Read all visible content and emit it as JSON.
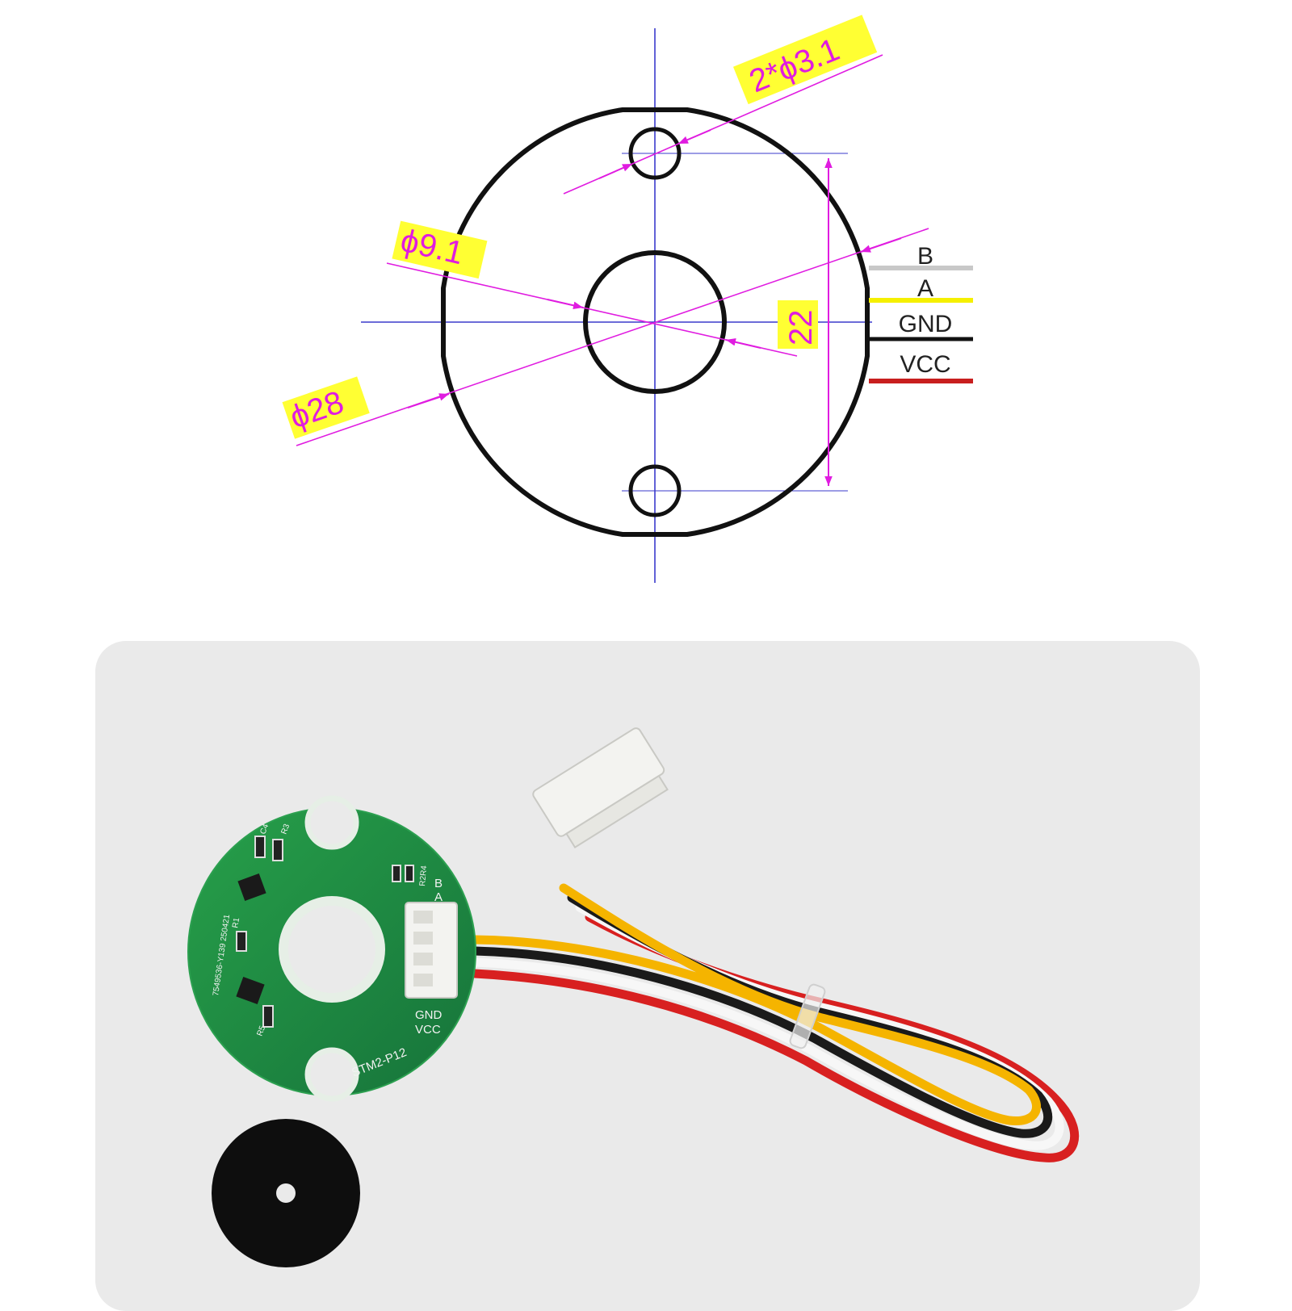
{
  "drawing": {
    "hole_label": "2*ϕ3.1",
    "inner_label": "ϕ9.1",
    "outer_label": "ϕ28",
    "spacing_label": "22",
    "wires": [
      {
        "label": "B",
        "color": "#c8c8c8"
      },
      {
        "label": "A",
        "color": "#f5f000"
      },
      {
        "label": "GND",
        "color": "#111111"
      },
      {
        "label": "VCC",
        "color": "#c81e1e"
      }
    ]
  },
  "photo": {
    "pcb_color": "#1f8a3e",
    "board_text": {
      "model": "STM2-P12",
      "pin_b": "B",
      "pin_a": "A",
      "pin_gnd": "GND",
      "pin_vcc": "VCC",
      "c4": "C4",
      "r3": "R3",
      "r2r4": "R2R4",
      "r1": "R1",
      "r5": "R5",
      "serial": "7549536-Y139 250421"
    },
    "cable_colors": [
      "#d82020",
      "#f7f7f7",
      "#1a1a1a",
      "#f5b400"
    ]
  }
}
